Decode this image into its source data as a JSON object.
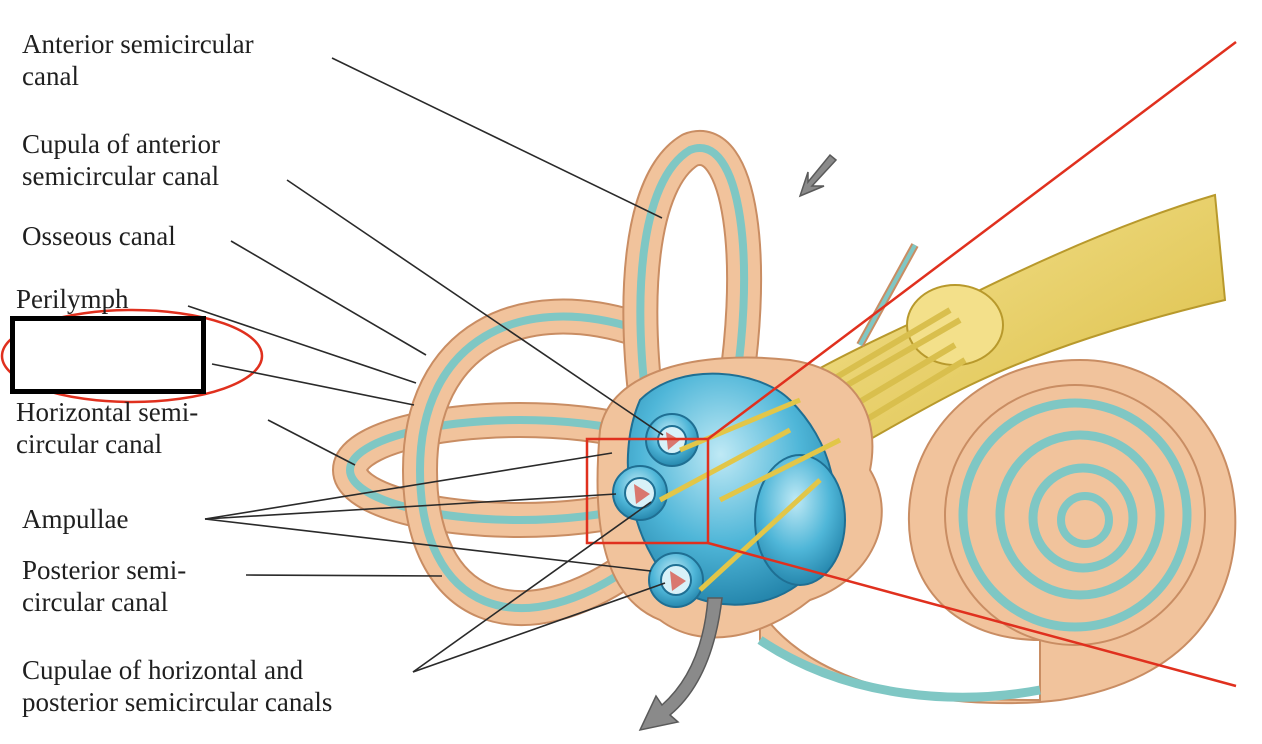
{
  "labels": {
    "anterior_canal": [
      "Anterior semicircular",
      "canal"
    ],
    "cupula_anterior": [
      "Cupula of anterior",
      "semicircular canal"
    ],
    "osseous_canal": [
      "Osseous canal"
    ],
    "perilymph": [
      "Perilymph"
    ],
    "horizontal_canal": [
      "Horizontal semi-",
      "circular canal"
    ],
    "ampullae": [
      "Ampullae"
    ],
    "posterior_canal": [
      "Posterior semi-",
      "circular canal"
    ],
    "cupulae_hp": [
      "Cupulae of horizontal and",
      "posterior semicircular canals"
    ]
  },
  "colors": {
    "bone": "#f1c39c",
    "bone_edge": "#c98d63",
    "duct": "#7fc7c4",
    "membrane_blue": "#4fb6d8",
    "nerve": "#e8cf57",
    "cupula": "#d9776f",
    "highlight_red": "#e0301e",
    "arrow_gray": "#8a8a8a",
    "leader": "#2a2a2a"
  },
  "icons": [
    "flow-arrow-icon",
    "flow-arrow-curved-icon"
  ]
}
